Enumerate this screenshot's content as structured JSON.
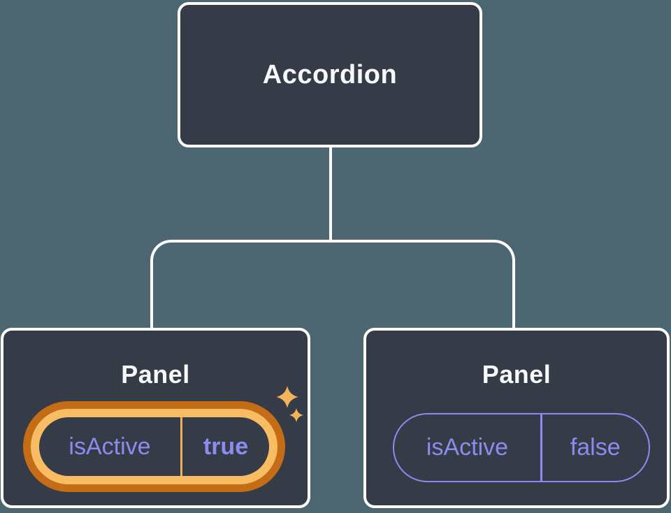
{
  "colors": {
    "canvas_bg": "#4C6771",
    "node_bg": "#353B47",
    "node_border": "#FFFFFF",
    "connector": "#FFFFFF",
    "title_text": "#F7F8FA",
    "prop_text": "#8C8CF0",
    "pill_border_purple": "#8C8CF0",
    "ring_outer_orange": "#C46D16",
    "ring_inner_amber": "#F8BC63",
    "pill_divider_amber": "#EFAE58",
    "sparkle_gold": "#F3B45C"
  },
  "diagram": {
    "root": {
      "label": "Accordion"
    },
    "panels": [
      {
        "label": "Panel",
        "prop_name": "isActive",
        "prop_value": "true",
        "state": "active-highlighted",
        "icons": [
          "sparkle-icon-large",
          "sparkle-icon-small"
        ]
      },
      {
        "label": "Panel",
        "prop_name": "isActive",
        "prop_value": "false",
        "state": "inactive"
      }
    ]
  }
}
